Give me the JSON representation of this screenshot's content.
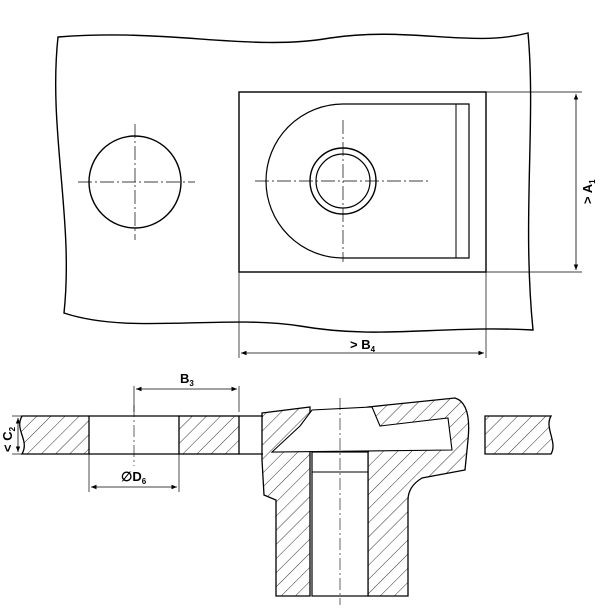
{
  "dimensions": {
    "a1": {
      "prefix": "> A",
      "sub": "1"
    },
    "b4": {
      "prefix": "> B",
      "sub": "4"
    },
    "b3": {
      "prefix": "B",
      "sub": "3"
    },
    "c2": {
      "prefix": "< C",
      "sub": "2"
    },
    "d6": {
      "prefix": "∅D",
      "sub": "6"
    }
  },
  "colors": {
    "line": "#000000",
    "background": "#ffffff"
  }
}
